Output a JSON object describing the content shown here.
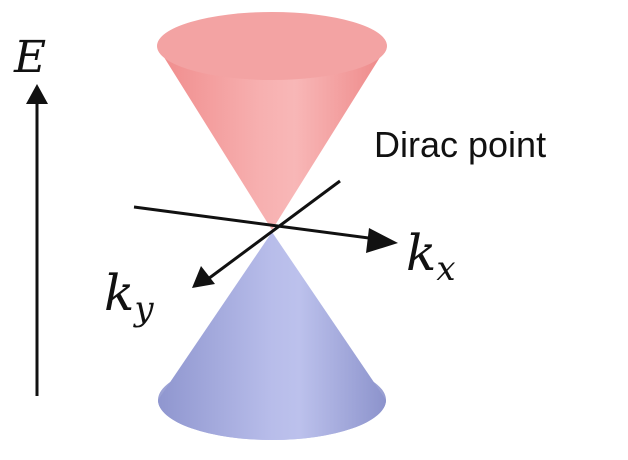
{
  "labels": {
    "energy_axis": "E",
    "kx_main": "k",
    "kx_sub": "x",
    "ky_main": "k",
    "ky_sub": "y",
    "dirac_point": "Dirac point"
  },
  "colors": {
    "upper_cone": "#f59a9a",
    "upper_cone_top": "#f3a3a3",
    "lower_cone": "#9ea4d6",
    "lower_cone_base": "#a6acdc",
    "axis_line": "#111111",
    "background": "#ffffff"
  }
}
